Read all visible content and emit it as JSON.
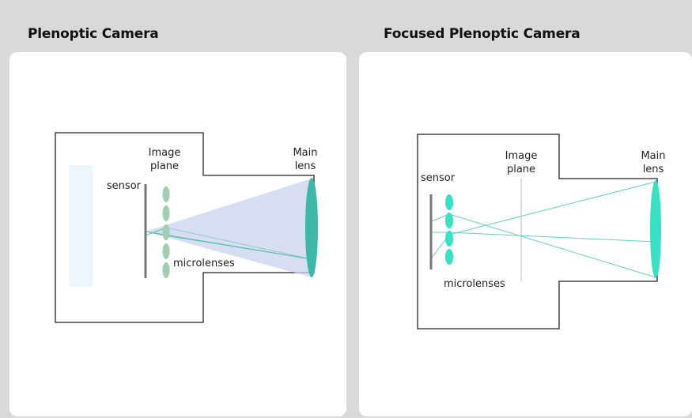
{
  "panels": [
    {
      "title": "Plenoptic Camera",
      "labels": {
        "image_plane": [
          "Image",
          "plane"
        ],
        "main_lens": [
          "Main",
          "lens"
        ],
        "sensor": "sensor",
        "microlenses": "microlenses"
      }
    },
    {
      "title": "Focused Plenoptic Camera",
      "labels": {
        "image_plane": [
          "Image",
          "plane"
        ],
        "main_lens": [
          "Main",
          "lens"
        ],
        "sensor": "sensor",
        "microlenses": "microlenses"
      }
    }
  ],
  "colors": {
    "background": "#d9d9d9",
    "card": "#ffffff",
    "lens_teal": "#3bb8a8",
    "microlens_green": "#9fcfae",
    "microlens_cyan": "#38e0c4",
    "ray_cone": "#c9d2ee",
    "ray_line": "#5bbfa8",
    "sensor_gray": "#888888",
    "outline": "#222222"
  }
}
